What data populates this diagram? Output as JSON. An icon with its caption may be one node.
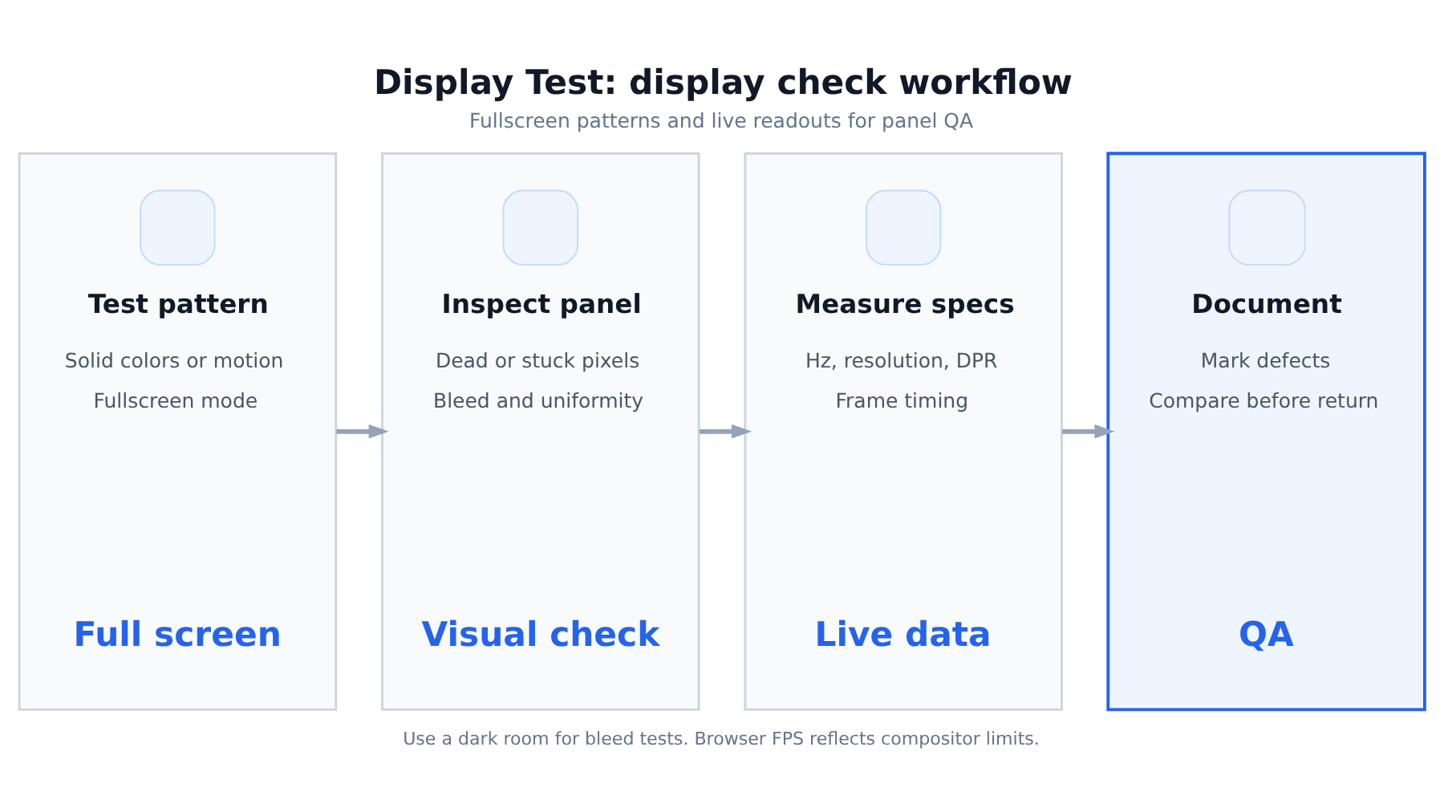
{
  "diagram": {
    "title": "Display Test: display check workflow",
    "nodes": [
      {
        "text": [
          "Test pattern",
          "Solid colors or motion",
          "Fullscreen mode",
          "Full screen"
        ]
      },
      {
        "text": [
          "Inspect panel",
          "Dead or stuck pixels",
          "Bleed and uniformity",
          "Visual check"
        ]
      },
      {
        "text": [
          "Measure specs",
          "Hz, resolution, DPR",
          "Frame timing",
          "Live data"
        ]
      },
      {
        "text": [
          "Document",
          "Mark defects",
          "Compare before return",
          "QA"
        ]
      }
    ],
    "edges": [
      {
        "from": 0,
        "to": 1,
        "arrow": "to"
      },
      {
        "from": 1,
        "to": 2,
        "arrow": "to"
      },
      {
        "from": 2,
        "to": 3,
        "arrow": "to"
      }
    ],
    "labels": [
      "Fullscreen patterns and live readouts for panel QA",
      "Use a dark room for bleed tests. Browser FPS reflects compositor limits."
    ]
  }
}
